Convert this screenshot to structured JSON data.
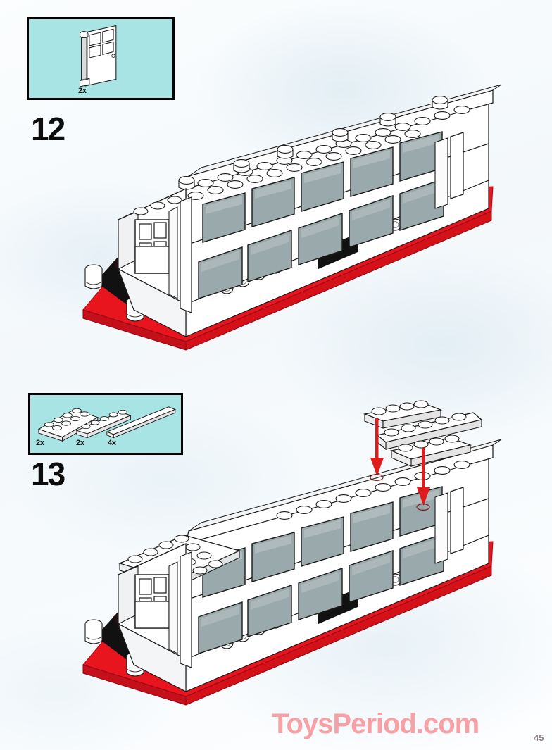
{
  "page": {
    "number": "45",
    "watermark": "ToysPeriod.com",
    "background_color": "#f6fafc",
    "accent_colors": {
      "callout_background": "#a8e4e4",
      "callout_border": "#000000",
      "brick_red": "#e8141e",
      "brick_white": "#ffffff",
      "brick_light_grey": "#e3e6e8",
      "window_glass": "#9aa9ab",
      "brick_black": "#111111",
      "arrow_red": "#e01b1b",
      "watermark_pink": "#f9a0a4",
      "step_number_black": "#0d0d0d"
    }
  },
  "steps": [
    {
      "id": "step-12",
      "number": "12",
      "parts_callout": {
        "name": "parts-callout-12",
        "parts": [
          {
            "name": "train-door-with-window",
            "quantity": "2x",
            "color": "white"
          }
        ]
      },
      "assembly": {
        "name": "train-car-assembly-step-12",
        "description": "White train carriage body with grey tinted windows on a red base plate"
      }
    },
    {
      "id": "step-13",
      "number": "13",
      "parts_callout": {
        "name": "parts-callout-13",
        "parts": [
          {
            "name": "plate-2x6",
            "quantity": "2x",
            "color": "white"
          },
          {
            "name": "plate-1x6",
            "quantity": "2x",
            "color": "white"
          },
          {
            "name": "plate-1x8",
            "quantity": "4x",
            "color": "white"
          }
        ]
      },
      "assembly": {
        "name": "train-car-assembly-step-13",
        "description": "Train carriage with roof plates being added, indicated by two red placement arrows"
      },
      "arrows": [
        {
          "name": "placement-arrow-left",
          "direction": "down"
        },
        {
          "name": "placement-arrow-right",
          "direction": "down"
        }
      ]
    }
  ]
}
